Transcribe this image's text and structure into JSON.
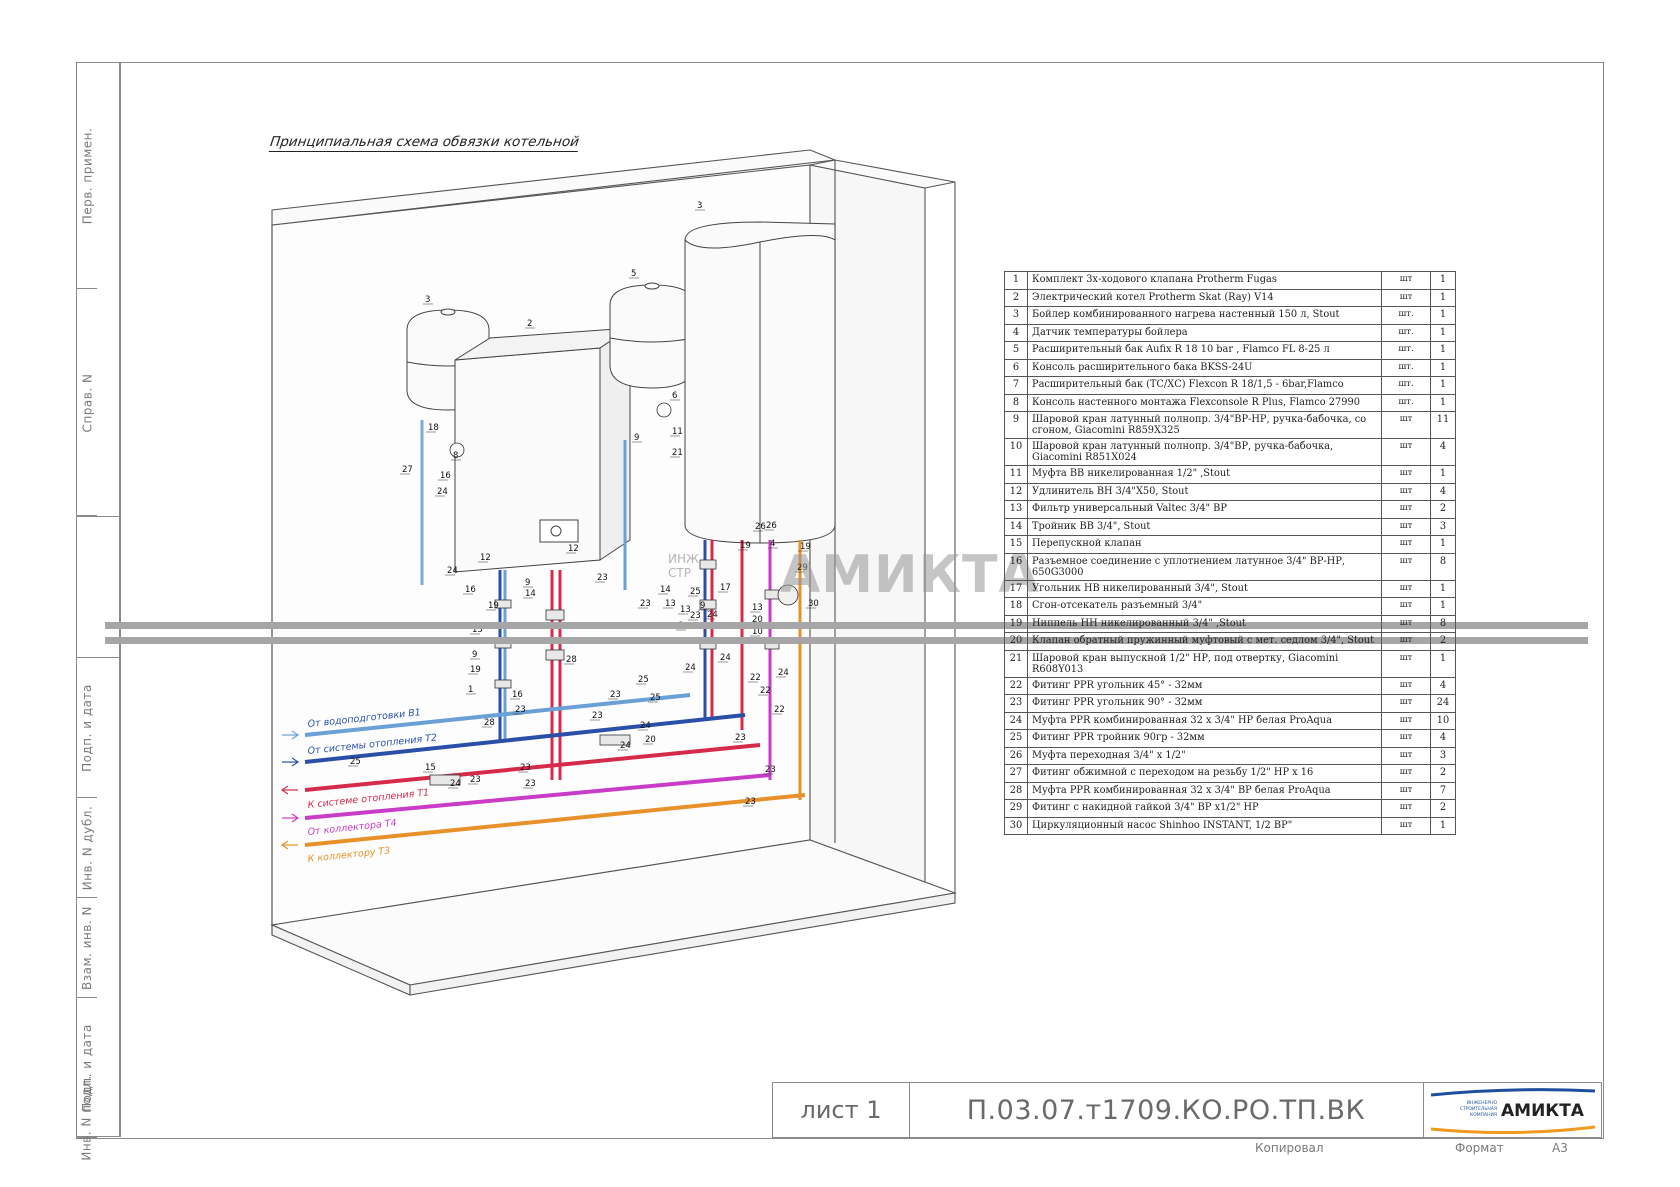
{
  "side_strip": {
    "labels": [
      "Перв. примен.",
      "Справ. N",
      "Подп. и дата",
      "Инв. N дубл.",
      "Взам. инв. N",
      "Подп. и дата",
      "Инв. N подл."
    ]
  },
  "drawing": {
    "title": "Принципиальная схема обвязки котельной",
    "pipes": [
      {
        "label": "От водоподготовки В1",
        "color": "#6aa0d6"
      },
      {
        "label": "От системы отопления Т2",
        "color": "#2a4fa8"
      },
      {
        "label": "К системе отопления Т1",
        "color": "#d62a4a"
      },
      {
        "label": "От коллектора Т4",
        "color": "#c83cc8"
      },
      {
        "label": "К коллектору Т3",
        "color": "#e8912a"
      }
    ],
    "callouts": [
      "3",
      "2",
      "3",
      "5",
      "18",
      "8",
      "27",
      "16",
      "24",
      "6",
      "11",
      "21",
      "9",
      "24",
      "12",
      "12",
      "26",
      "19",
      "9",
      "14",
      "16",
      "19",
      "13",
      "9",
      "19",
      "1",
      "16",
      "28",
      "28",
      "23",
      "25",
      "23",
      "25",
      "23",
      "24",
      "20",
      "24",
      "23",
      "23",
      "25",
      "24",
      "15",
      "23",
      "9",
      "24",
      "22",
      "22",
      "23",
      "23",
      "23",
      "23",
      "13",
      "9",
      "24",
      "23",
      "25",
      "23",
      "13",
      "20",
      "10",
      "17",
      "24",
      "26",
      "19",
      "14",
      "13",
      "29",
      "30",
      "22",
      "4",
      "24"
    ]
  },
  "watermark": {
    "text": "АМИКТА",
    "sub_line_1": "ИНЖ",
    "sub_line_2": "СТР"
  },
  "spec_table": {
    "rows": [
      {
        "n": "1",
        "name": "Комплект 3х-ходового клапана Protherm Fugas",
        "unit": "шт",
        "qty": "1"
      },
      {
        "n": "2",
        "name": "Электрический котел Protherm Skat (Ray) V14",
        "unit": "шт",
        "qty": "1"
      },
      {
        "n": "3",
        "name": "Бойлер комбинированного нагрева настенный 150 л, Stout",
        "unit": "шт.",
        "qty": "1"
      },
      {
        "n": "4",
        "name": "Датчик температуры бойлера",
        "unit": "шт.",
        "qty": "1"
      },
      {
        "n": "5",
        "name": "Расширительный бак Aufix R 18 10 bar , Flamco FL 8-25 л",
        "unit": "шт.",
        "qty": "1"
      },
      {
        "n": "6",
        "name": "Консоль расширительного бака BKSS-24U",
        "unit": "шт.",
        "qty": "1"
      },
      {
        "n": "7",
        "name": "Расширительный бак (ТС/ХС) Flexcon R 18/1,5 - 6bar,Flamco",
        "unit": "шт.",
        "qty": "1"
      },
      {
        "n": "8",
        "name": "Консоль настенного монтажа Flexconsole R Plus, Flamco 27990",
        "unit": "шт.",
        "qty": "1"
      },
      {
        "n": "9",
        "name": "Шаровой кран латунный полнопр. 3/4\"ВР-НР, ручка-бабочка, со сгоном, Giacomini R859X325",
        "unit": "шт",
        "qty": "11"
      },
      {
        "n": "10",
        "name": "Шаровой кран латунный полнопр. 3/4\"ВР, ручка-бабочка, Giacomini R851X024",
        "unit": "шт",
        "qty": "4"
      },
      {
        "n": "11",
        "name": "Муфта ВВ никелированная 1/2\" ,Stout",
        "unit": "шт",
        "qty": "1"
      },
      {
        "n": "12",
        "name": "Удлинитель ВН 3/4\"Х50, Stout",
        "unit": "шт",
        "qty": "4"
      },
      {
        "n": "13",
        "name": "Фильтр универсальный Valtec 3/4\" ВР",
        "unit": "шт",
        "qty": "2"
      },
      {
        "n": "14",
        "name": "Тройник ВВ 3/4\", Stout",
        "unit": "шт",
        "qty": "3"
      },
      {
        "n": "15",
        "name": "Перепускной клапан",
        "unit": "шт",
        "qty": "1"
      },
      {
        "n": "16",
        "name": "Разъемное соединение с уплотнением латунное 3/4\" ВР-НР, 650G3000",
        "unit": "шт",
        "qty": "8"
      },
      {
        "n": "17",
        "name": "Угольник НВ никелированный 3/4\", Stout",
        "unit": "шт",
        "qty": "1"
      },
      {
        "n": "18",
        "name": "Сгон-отсекатель разъемный 3/4\"",
        "unit": "шт",
        "qty": "1"
      },
      {
        "n": "19",
        "name": "Ниппель НН никелированный 3/4\" ,Stout",
        "unit": "шт",
        "qty": "8"
      },
      {
        "n": "20",
        "name": "Клапан обратный пружинный муфтовый с мет. седлом 3/4\", Stout",
        "unit": "шт",
        "qty": "2"
      },
      {
        "n": "21",
        "name": "Шаровой кран выпускной 1/2\" НР, под отвертку, Giacomini R608Y013",
        "unit": "шт",
        "qty": "1"
      },
      {
        "n": "22",
        "name": "Фитинг PPR угольник 45° - 32мм",
        "unit": "шт",
        "qty": "4"
      },
      {
        "n": "23",
        "name": "Фитинг PPR угольник 90° - 32мм",
        "unit": "шт",
        "qty": "24"
      },
      {
        "n": "24",
        "name": "Муфта PPR комбинированная 32 x 3/4\" НР белая ProAqua",
        "unit": "шт",
        "qty": "10"
      },
      {
        "n": "25",
        "name": "Фитинг PPR тройник 90гр - 32мм",
        "unit": "шт",
        "qty": "4"
      },
      {
        "n": "26",
        "name": "Муфта переходная 3/4\" x 1/2\"",
        "unit": "шт",
        "qty": "3"
      },
      {
        "n": "27",
        "name": "Фитинг обжимной с переходом на резьбу 1/2\" НР x 16",
        "unit": "шт",
        "qty": "2"
      },
      {
        "n": "28",
        "name": "Муфта PPR комбинированная 32 x 3/4\" ВР белая ProAqua",
        "unit": "шт",
        "qty": "7"
      },
      {
        "n": "29",
        "name": "Фитинг с накидной гайкой 3/4\" ВР x1/2\" НР",
        "unit": "шт",
        "qty": "2"
      },
      {
        "n": "30",
        "name": "Циркуляционный насос Shinhoo INSTANT, 1/2 ВР\"",
        "unit": "шт",
        "qty": "1"
      }
    ]
  },
  "stamp": {
    "sheet": "лист 1",
    "code": "П.03.07.т1709.КО.РО.ТП.ВК",
    "logo_text": "АМИКТА",
    "logo_sub": "ИНЖЕНЕРНО СТРОИТЕЛЬНАЯ КОМПАНИЯ",
    "copied": "Копировал",
    "format_label": "Формат",
    "format_value": "А3"
  },
  "colors": {
    "frame": "#8a8a8a",
    "logo_blue": "#1d4f9c",
    "logo_orange": "#f29a1f"
  }
}
